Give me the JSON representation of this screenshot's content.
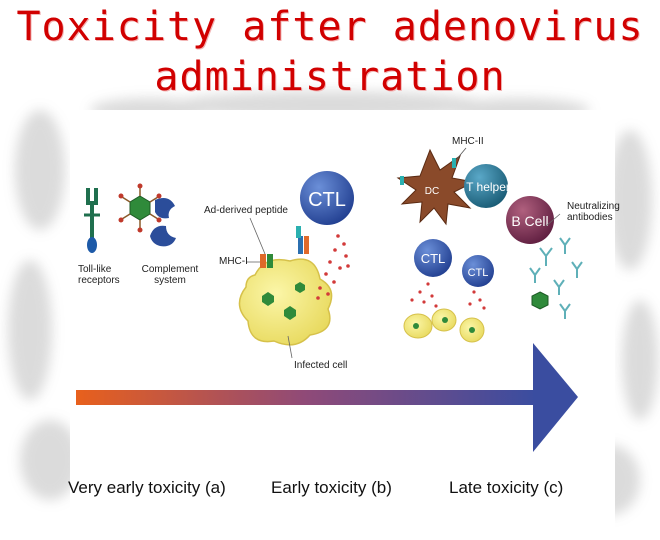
{
  "slide": {
    "title_line1": "Toxicity after adenovirus",
    "title_line2": "administration"
  },
  "diagram": {
    "labels": {
      "toll_like": "Toll-like\nreceptors",
      "complement": "Complement\nsystem",
      "ad_peptide": "Ad-derived peptide",
      "mhc_i": "MHC-I",
      "infected_cell": "Infected cell",
      "mhc_ii": "MHC-II",
      "neutralizing": "Neutralizing\nantibodies"
    },
    "cells": {
      "ctl_large": "CTL",
      "dc": "DC",
      "t_helper": "T helper",
      "b_cell": "B Cell",
      "ctl_mid": "CTL",
      "ctl_small": "CTL"
    },
    "phases": [
      "Very early toxicity (a)",
      "Early toxicity (b)",
      "Late toxicity (c)"
    ]
  },
  "colors": {
    "title": "#d10000",
    "arrow_start": "#e8601c",
    "arrow_end": "#3a4da0",
    "ctl": "#2e4fa8",
    "b_cell": "#7a2a55",
    "t_helper": "#1f6c8c",
    "dc": "#8a4a2a",
    "virus": "#2f8a3a"
  }
}
